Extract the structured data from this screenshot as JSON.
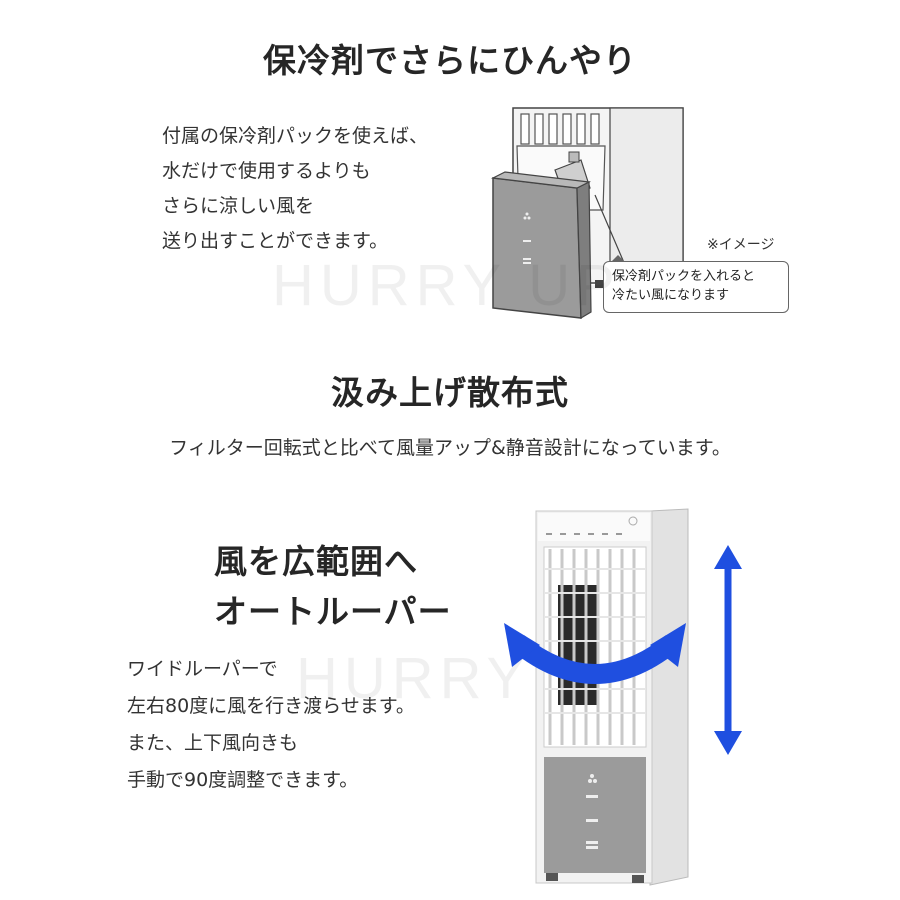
{
  "section1": {
    "title": "保冷剤でさらにひんやり",
    "lines": [
      "付属の保冷剤パックを使えば、",
      "水だけで使用するよりも",
      "さらに涼しい風を",
      "送り出すことができます。"
    ],
    "image_note": "※イメージ",
    "callout": [
      "保冷剤パックを入れると",
      "冷たい風になります"
    ]
  },
  "watermark": "HURRY UP",
  "section2": {
    "title": "汲み上げ散布式",
    "desc": "フィルター回転式と比べて風量アップ&静音設計になっています。"
  },
  "section3": {
    "title_lines": [
      "風を広範囲へ",
      "オートルーパー"
    ],
    "lines": [
      "ワイドルーパーで",
      "左右80度に風を行き渡らせます。",
      "また、上下風向きも",
      "手動で90度調整できます。"
    ]
  },
  "colors": {
    "arrow_blue": "#1f4fe0",
    "panel_gray": "#9b9b9b"
  }
}
